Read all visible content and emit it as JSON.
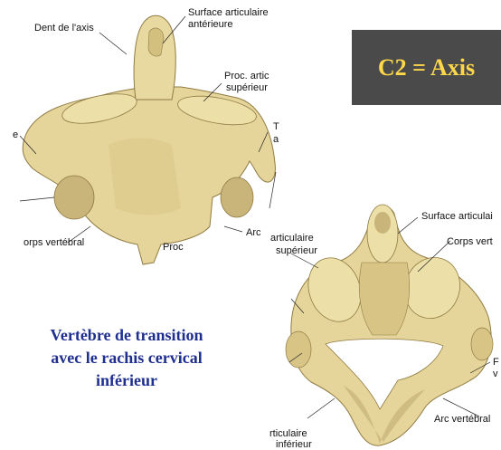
{
  "title": "C2 = Axis",
  "caption": [
    "Vertèbre de transition",
    "avec le rachis cervical",
    "inférieur"
  ],
  "colors": {
    "title_bg": "#4a4a4a",
    "title_text": "#ffd84a",
    "caption_text": "#1f2f8f",
    "bone": "#e6d59a",
    "bone_shadow": "#b7a468"
  },
  "figure_top": {
    "labels": {
      "dent": "Dent de l'axis",
      "surface_1": "Surface articulaire",
      "surface_2": "antérieure",
      "proc_art_1": "Proc. artic",
      "proc_art_2": "supérieur",
      "t_1": "T",
      "t_2": "a",
      "left_e": "e",
      "corps": "orps vertébral",
      "proc": "Proc",
      "arc": "Arc"
    }
  },
  "figure_bottom": {
    "labels": {
      "surface": "Surface articulai",
      "corps": "Corps vert",
      "art_sup_1": "articulaire",
      "art_sup_2": "supérieur",
      "f_1": "F",
      "f_2": "v",
      "arc": "Arc vertébral",
      "art_inf_1": "rticulaire",
      "art_inf_2": "inférieur"
    }
  }
}
